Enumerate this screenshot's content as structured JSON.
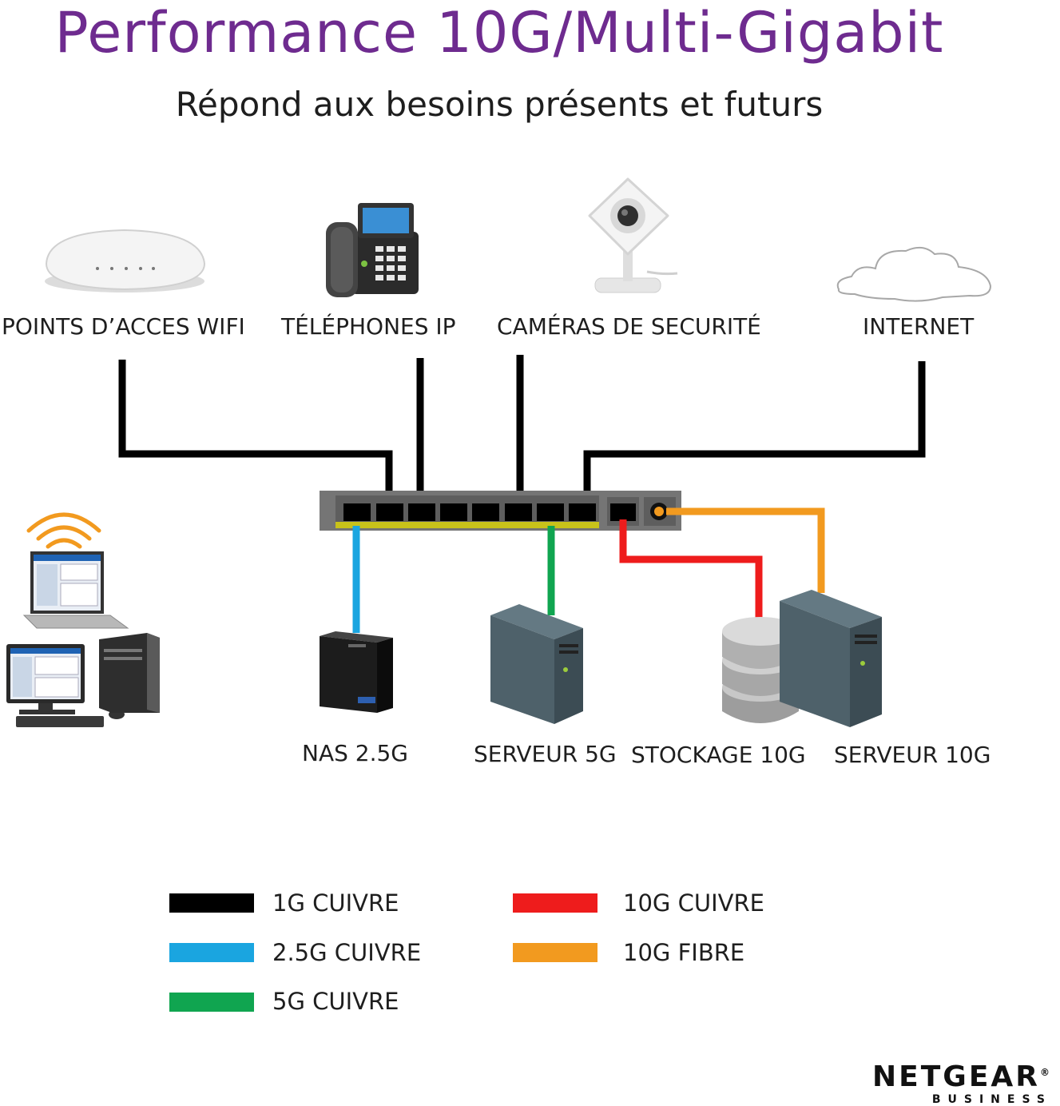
{
  "title": "Performance 10G/Multi-Gigabit",
  "subtitle": "Répond aux besoins présents et futurs",
  "devices_top": {
    "wifi": "POINTS D’ACCES WIFI",
    "phones": "TÉLÉPHONES IP",
    "cameras": "CAMÉRAS DE SECURITÉ",
    "internet": "INTERNET"
  },
  "devices_bottom": {
    "nas": "NAS 2.5G",
    "server5": "SERVEUR 5G",
    "storage10": "STOCKAGE 10G",
    "server10": "SERVEUR 10G"
  },
  "legend": [
    {
      "label": "1G CUIVRE",
      "color": "#000000"
    },
    {
      "label": "2.5G CUIVRE",
      "color": "#1aa5e0"
    },
    {
      "label": "5G CUIVRE",
      "color": "#10a550"
    },
    {
      "label": "10G CUIVRE",
      "color": "#ee1c1c"
    },
    {
      "label": "10G FIBRE",
      "color": "#f29a1f"
    }
  ],
  "logo": {
    "brand": "NETGEAR",
    "registered": "®",
    "sub": "BUSINESS"
  },
  "colors": {
    "title": "#6e2b8f",
    "switch_body": "#757575",
    "switch_strip": "#c8c21a",
    "cable_1g": "#000000",
    "cable_2_5g": "#1aa5e0",
    "cable_5g": "#10a550",
    "cable_10g_copper": "#ee1c1c",
    "cable_10g_fiber": "#f29a1f"
  }
}
